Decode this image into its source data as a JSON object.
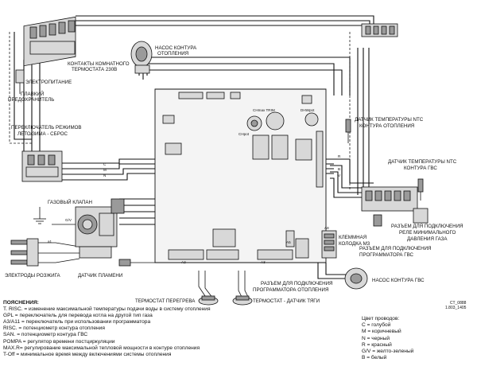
{
  "labels": {
    "room_thermostat": [
      "КОНТАКТЫ КОМНАТНОГО",
      "ТЕРМОСТАТА 230В"
    ],
    "power_supply": "ЭЛЕКТРОПИТАНИЕ",
    "fuse": [
      "ПЛАВКИЙ",
      "ПРЕДОХРАНИТЕЛЬ"
    ],
    "mode_switch": [
      "ПЕРЕКЛЮЧАТЕЛЬ РЕЖИМОВ",
      "ЛЕТО/ЗИМА - СБРОС"
    ],
    "gas_valve": "ГАЗОВЫЙ КЛАПАН",
    "ignition_electrodes": "ЭЛЕКТРОДЫ РОЗЖИГА",
    "flame_sensor": "ДАТЧИК ПЛАМЕНИ",
    "heating_pump": [
      "НАСОС КОНТУРА",
      "ОТОПЛЕНИЯ"
    ],
    "ntc_heating": [
      "ДАТЧИК ТЕМПЕРАТУРЫ NTC",
      "КОНТУРА ОТОПЛЕНИЯ"
    ],
    "ntc_dhw": [
      "ДАТЧИК ТЕМПЕРАТУРЫ NTC",
      "КОНТУРА ГВС"
    ],
    "gas_pressure_relay": [
      "РАЗЪЕМ ДЛЯ ПОДКЛЮЧЕНИЯ",
      "РЕЛЕ МИНИМАЛЬНОГО",
      "ДАВЛЕНИЯ ГАЗА"
    ],
    "terminal_block": [
      "КЛЕММНАЯ",
      "КОЛОДКА М3"
    ],
    "dhw_programmer": [
      "РАЗЪЕМ ДЛЯ ПОДКЛЮЧЕНИЯ",
      "ПРОГРАММАТОРА ГВС"
    ],
    "heating_programmer": [
      "РАЗЪЕМ ДЛЯ ПОДКЛЮЧЕНИЯ",
      "ПРОГРАММАТОРА ОТОПЛЕНИЯ"
    ],
    "dhw_pump": "НАСОС КОНТУРА ГВС",
    "overheat_thermostat": "ТЕРМОСТАТ ПЕРЕГРЕВА",
    "draft_thermostat": "ТЕРМОСТАТ - ДАТЧИК ТЯГИ",
    "ch_trim": "CHmax TRIM",
    "dhw_pot": "DHWpot",
    "ch_pot": "CHpot",
    "gv": "G/V",
    "a1": "a1",
    "a2": "A2",
    "a3": "A3",
    "a5": "A5",
    "a8": "A8",
    "letters": [
      "C",
      "M",
      "N",
      "R",
      "B",
      "V"
    ],
    "code": [
      "CT_0888",
      "1.803_1405"
    ]
  },
  "legend": {
    "title": "ПОЯСНЕНИЯ:",
    "rows": [
      "T. RISC. = изменение максимальной температуры подачи воды в систему отопления",
      "GPL = переключатель для перевода котла на другой тип газа",
      "A3/A11 = переключатель при использовании программатора",
      "RISC. = потенциометр контура отопления",
      "SAN. = потенциометр контура ГВС",
      "POMPA = регулятор времени постциркуляции",
      "MAX.R= регулирование максимальной тепловой мощности в контуре отопления",
      "T-Off = минимальное время между включениями системы отопления"
    ]
  },
  "wire_colors": {
    "title": "Цвет проводов:",
    "rows": [
      "C = голубой",
      "M = коричневый",
      "N = черный",
      "R = красный",
      "G/V = желто-зеленый",
      "B = белый"
    ]
  }
}
